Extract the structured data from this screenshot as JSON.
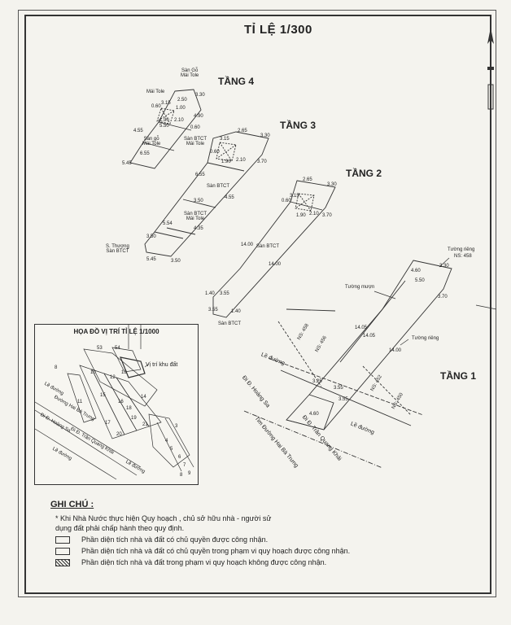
{
  "title": "TỈ LỆ 1/300",
  "floors": {
    "tang4": "TẦNG 4",
    "tang3": "TẦNG 3",
    "tang2": "TẦNG 2",
    "tang1": "TẦNG 1"
  },
  "labels": {
    "san_go_mai_tole": "Sàn Gỗ\nMái Tole",
    "mai_tole": "Mái Tole",
    "san_go_mai_tole2": "Sàn gỗ\nMái Tole",
    "san_btct_mai_tole": "Sàn BTCT\nMái Tole",
    "san_btct": "Sàn BTCT",
    "san_btct_mai_tole2": "Sàn BTCT\nMái Tole",
    "s_thuong_san_btct": "S. Thượng\nSàn BTCT",
    "san_btct_f2": "Sàn BTCT",
    "san_btct_bottom": "Sàn BTCT",
    "tuong_rieng_top": "Tường riêng",
    "ns458_top": "NS: 458",
    "tuong_muon": "Tường mượn",
    "tuong_rieng": "Tường riêng",
    "le_duong_left": "Lề đường",
    "le_duong_right": "Lề đường",
    "duong_hoang_sa": "Đi Đ. Hoàng Sa",
    "duong_tran_quang_khai": "Đi Đ. Trần Quang Khải",
    "tim_duong": "Tim Đường Hai Bà Trưng",
    "ns458": "NS: 458",
    "ns456": "NS: 456",
    "ns452": "NS: 452",
    "ns450": "NS: 450"
  },
  "dims": {
    "t4": [
      "3.30",
      "0.60",
      "3.15",
      "2.50",
      "1.00",
      "4.90",
      "1.90",
      "2.10",
      "4.55",
      "0.60",
      "6.55",
      "5.50",
      "5.45"
    ],
    "t3": [
      "2.65",
      "3.30",
      "3.15",
      "2.10",
      "1.90",
      "0.60",
      "3.70",
      "6.55",
      "4.55",
      "3.50",
      "4.35",
      "5.54",
      "3.50",
      "5.45",
      "3.50"
    ],
    "t2": [
      "2.65",
      "3.30",
      "0.60",
      "3.15",
      "2.10",
      "1.90",
      "3.70",
      "14.00",
      "14.00",
      "3.55",
      "1.40",
      "3.55",
      "1.40"
    ],
    "t1": [
      "4.60",
      "3.30",
      "5.50",
      "3.70",
      "14.05",
      "14.05",
      "14.00",
      "3.25",
      "3.55",
      "3.55",
      "4.60"
    ]
  },
  "location_map": {
    "title": "HỌA ĐỒ VỊ TRÍ TỈ LỆ 1/1000",
    "vi_tri": "Vị trí khu đất",
    "roads": [
      "Lề đường",
      "Đường Hai Bà Trưng",
      "Đi Đ. Hoàng Sa",
      "Đi Đ. Trần Quang Khải",
      "Lề đường",
      "Lề đường"
    ],
    "lot_numbers": [
      "53",
      "54",
      "8",
      "10",
      "12",
      "13",
      "14",
      "11",
      "15",
      "16",
      "17",
      "18",
      "19",
      "20",
      "21",
      "3",
      "4",
      "5",
      "6",
      "7",
      "8",
      "9"
    ]
  },
  "notes": {
    "title": "GHI CHÚ :",
    "line1": "* Khi Nhà Nước thực hiện Quy hoạch , chủ sở hữu nhà - người sử",
    "line2": "dụng đất phải chấp hành theo quy định.",
    "legend": [
      "Phần diện tích nhà và đất có chủ quyền được công nhận.",
      "Phần diện tích nhà và đất có chủ quyền trong phạm vi quy hoạch được công nhận.",
      "Phần diện tích nhà và đất trong phạm vi quy hoạch không được công nhận."
    ]
  }
}
